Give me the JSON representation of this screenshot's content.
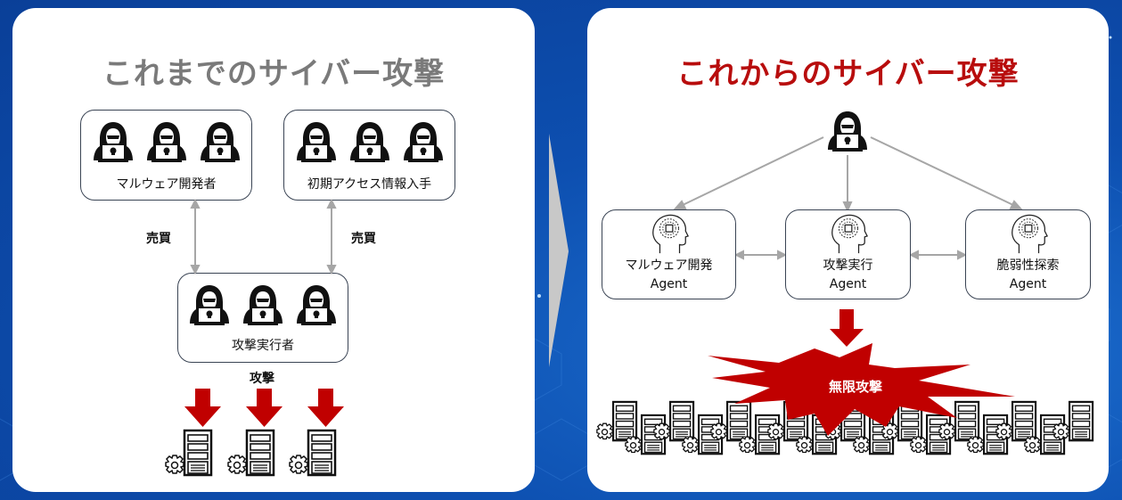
{
  "colors": {
    "background": "#0d4fb0",
    "panel": "#ffffff",
    "left_title": "#7a7a7a",
    "right_title": "#b80d0d",
    "attack_red": "#c00000",
    "connector_gray": "#a6a6a6",
    "divider_arrow": "#c8c8c8"
  },
  "left_panel": {
    "title": "これまでのサイバー攻撃",
    "groups": [
      {
        "label": "マルウェア開発者",
        "icon": "hacker-icon",
        "count": 3
      },
      {
        "label": "初期アクセス情報入手",
        "icon": "hacker-icon",
        "count": 3
      },
      {
        "label": "攻撃実行者",
        "icon": "hacker-icon",
        "count": 3
      }
    ],
    "trade_labels": [
      "売買",
      "売買"
    ],
    "attack_label": "攻撃",
    "targets": {
      "icon": "server-gear-icon",
      "count": 3
    }
  },
  "divider": {
    "icon": "chevron-right-icon"
  },
  "right_panel": {
    "title": "これからのサイバー攻撃",
    "operator": {
      "icon": "hacker-icon"
    },
    "agents": [
      {
        "line1": "マルウェア開発",
        "line2": "Agent",
        "icon": "ai-brain-icon"
      },
      {
        "line1": "攻撃実行",
        "line2": "Agent",
        "icon": "ai-brain-icon"
      },
      {
        "line1": "脆弱性探索",
        "line2": "Agent",
        "icon": "ai-brain-icon"
      }
    ],
    "burst_label": "無限攻撃",
    "targets": {
      "icon": "server-gear-icon",
      "count": 17
    }
  }
}
